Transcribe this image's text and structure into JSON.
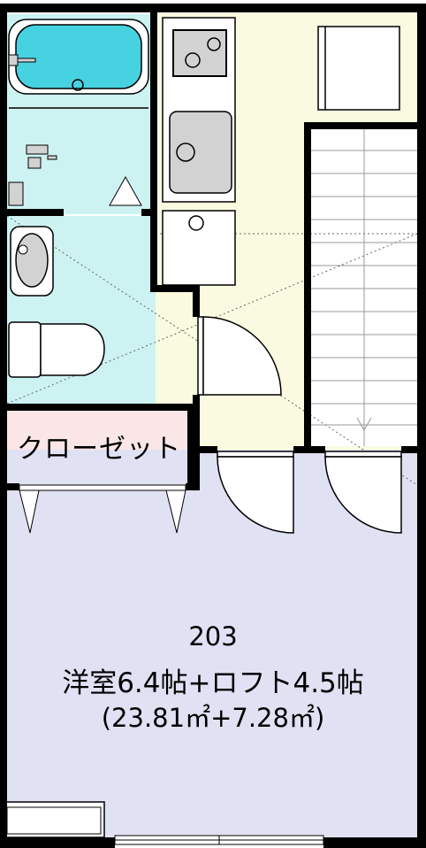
{
  "colors": {
    "wall": "#000000",
    "bathroom": "#cdf2f2",
    "bathtub": "#46d2e0",
    "toilet_room": "#cdf2f2",
    "kitchen": "#fafae0",
    "closet": "#fae6e6",
    "main_room": "#e1e1f4",
    "fixture": "#d2d2d2"
  },
  "labels": {
    "closet": "クローゼット",
    "room_number": "203",
    "room_name": "洋室6.4帖+ロフト4.5帖",
    "room_area": "(23.81㎡+7.28㎡)"
  }
}
